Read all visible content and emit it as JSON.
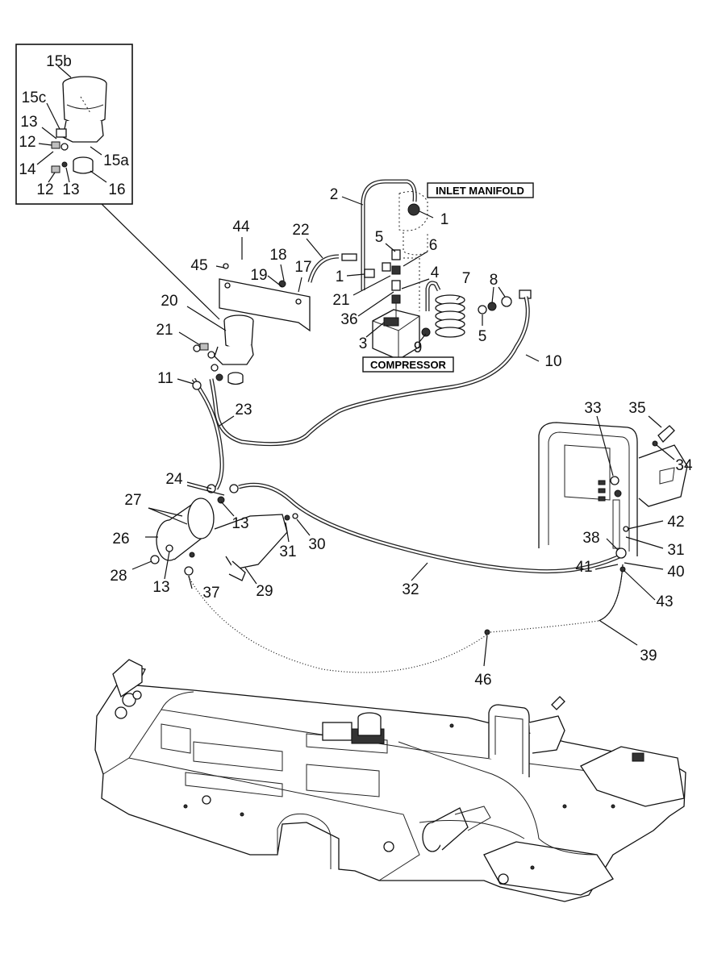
{
  "callouts": {
    "inlet_manifold": "INLET MANIFOLD",
    "compressor": "COMPRESSOR"
  },
  "labels": {
    "l15b": "15b",
    "l15c": "15c",
    "l13a": "13",
    "l12a": "12",
    "l14": "14",
    "l15a": "15a",
    "l12b": "12",
    "l13b": "13",
    "l16": "16",
    "l2": "2",
    "l1a": "1",
    "l44": "44",
    "l22": "22",
    "l5a": "5",
    "l6": "6",
    "l45": "45",
    "l18": "18",
    "l19": "19",
    "l17": "17",
    "l1b": "1",
    "l4": "4",
    "l7": "7",
    "l8": "8",
    "l20": "20",
    "l21a": "21",
    "l36": "36",
    "l5b": "5",
    "l21b": "21",
    "l3": "3",
    "l9": "9",
    "l10": "10",
    "l11": "11",
    "l23": "23",
    "l33": "33",
    "l35": "35",
    "l34": "34",
    "l24": "24",
    "l27": "27",
    "l13c": "13",
    "l42": "42",
    "l26": "26",
    "l30": "30",
    "l31a": "31",
    "l38": "38",
    "l31b": "31",
    "l28": "28",
    "l13d": "13",
    "l37": "37",
    "l29": "29",
    "l41": "41",
    "l40": "40",
    "l32": "32",
    "l43": "43",
    "l39": "39",
    "l46": "46"
  }
}
